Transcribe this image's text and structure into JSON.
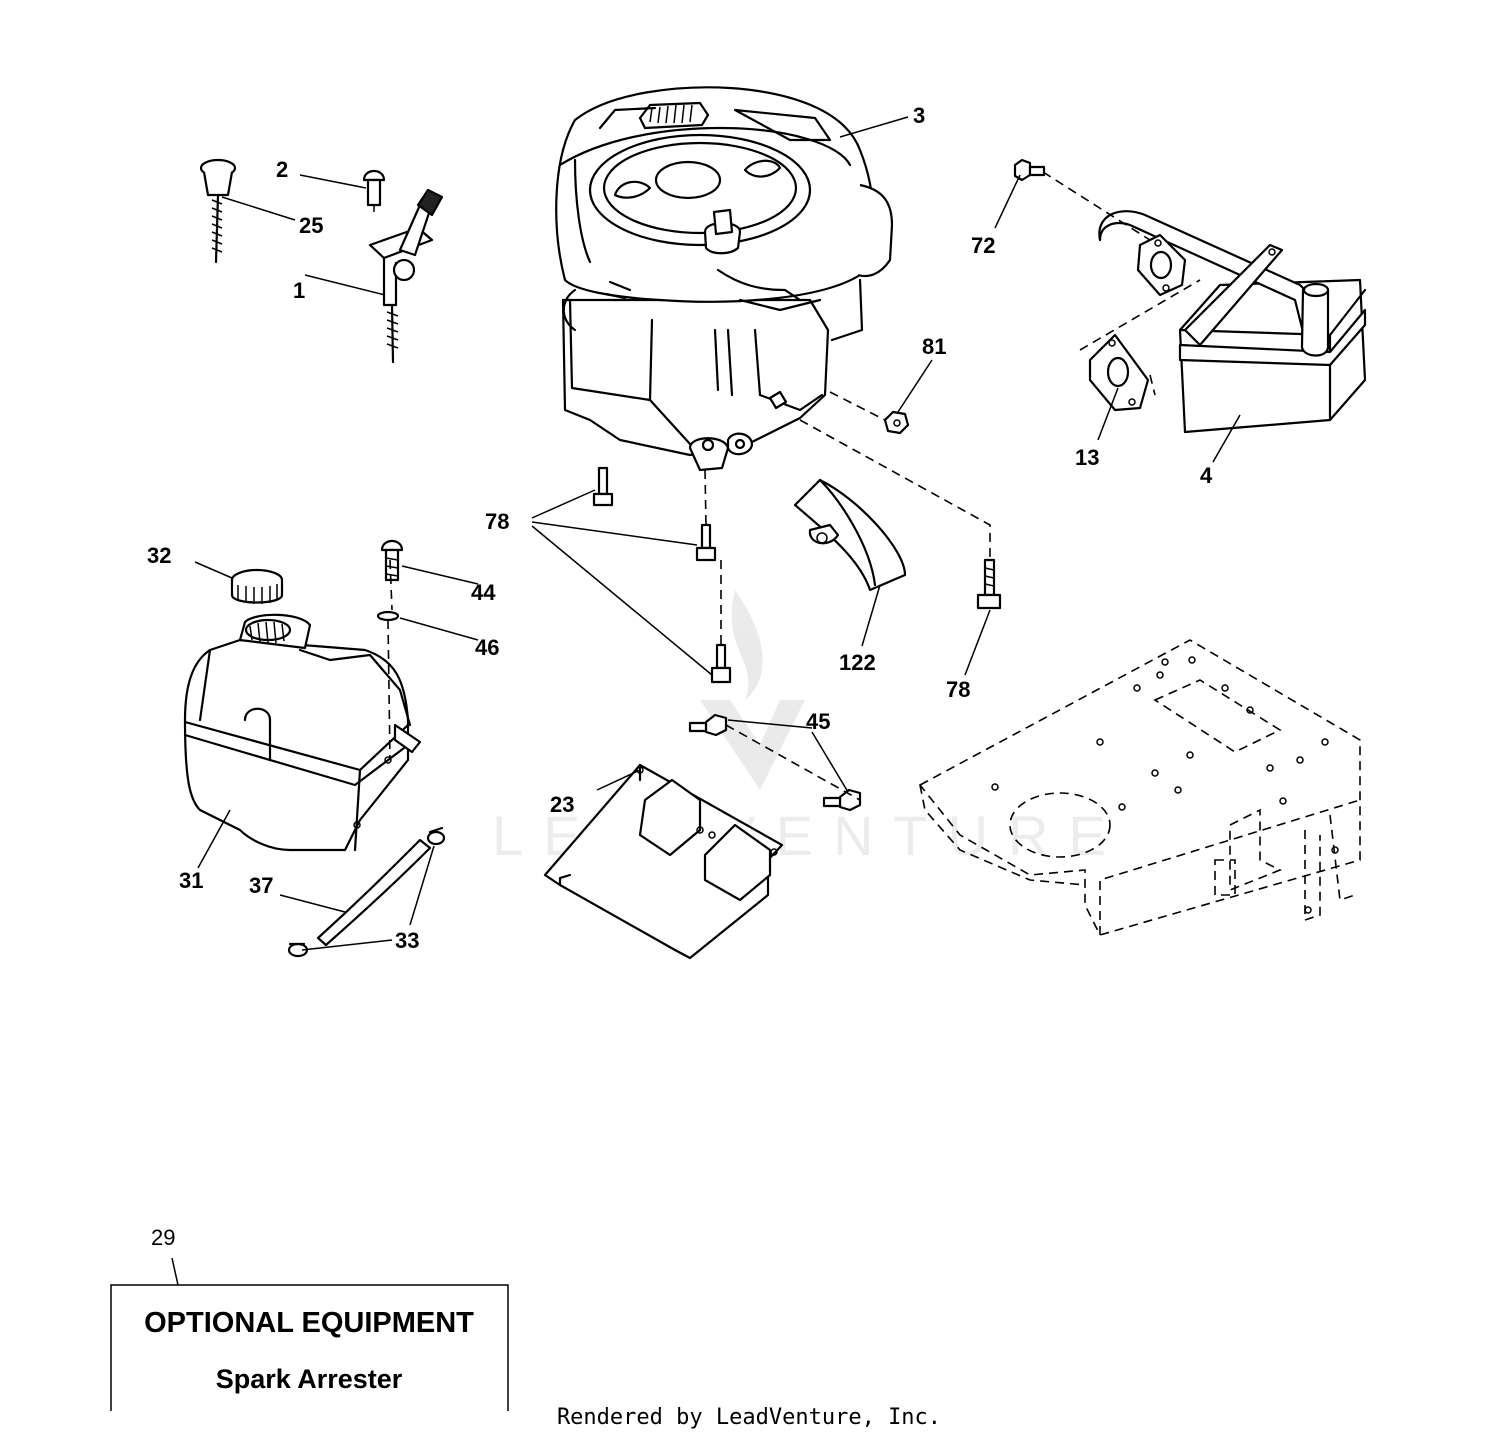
{
  "callouts": {
    "c1": "1",
    "c2": "2",
    "c3": "3",
    "c4": "4",
    "c13": "13",
    "c23": "23",
    "c25": "25",
    "c29": "29",
    "c31": "31",
    "c32": "32",
    "c33": "33",
    "c37": "37",
    "c44": "44",
    "c45": "45",
    "c46": "46",
    "c72": "72",
    "c78a": "78",
    "c78b": "78",
    "c81": "81",
    "c122": "122"
  },
  "optional_box": {
    "title": "OPTIONAL EQUIPMENT",
    "subtitle": "Spark Arrester"
  },
  "watermark": {
    "text": "LEADVENTURE"
  },
  "footer": {
    "rendered_by": "Rendered by LeadVenture, Inc."
  }
}
